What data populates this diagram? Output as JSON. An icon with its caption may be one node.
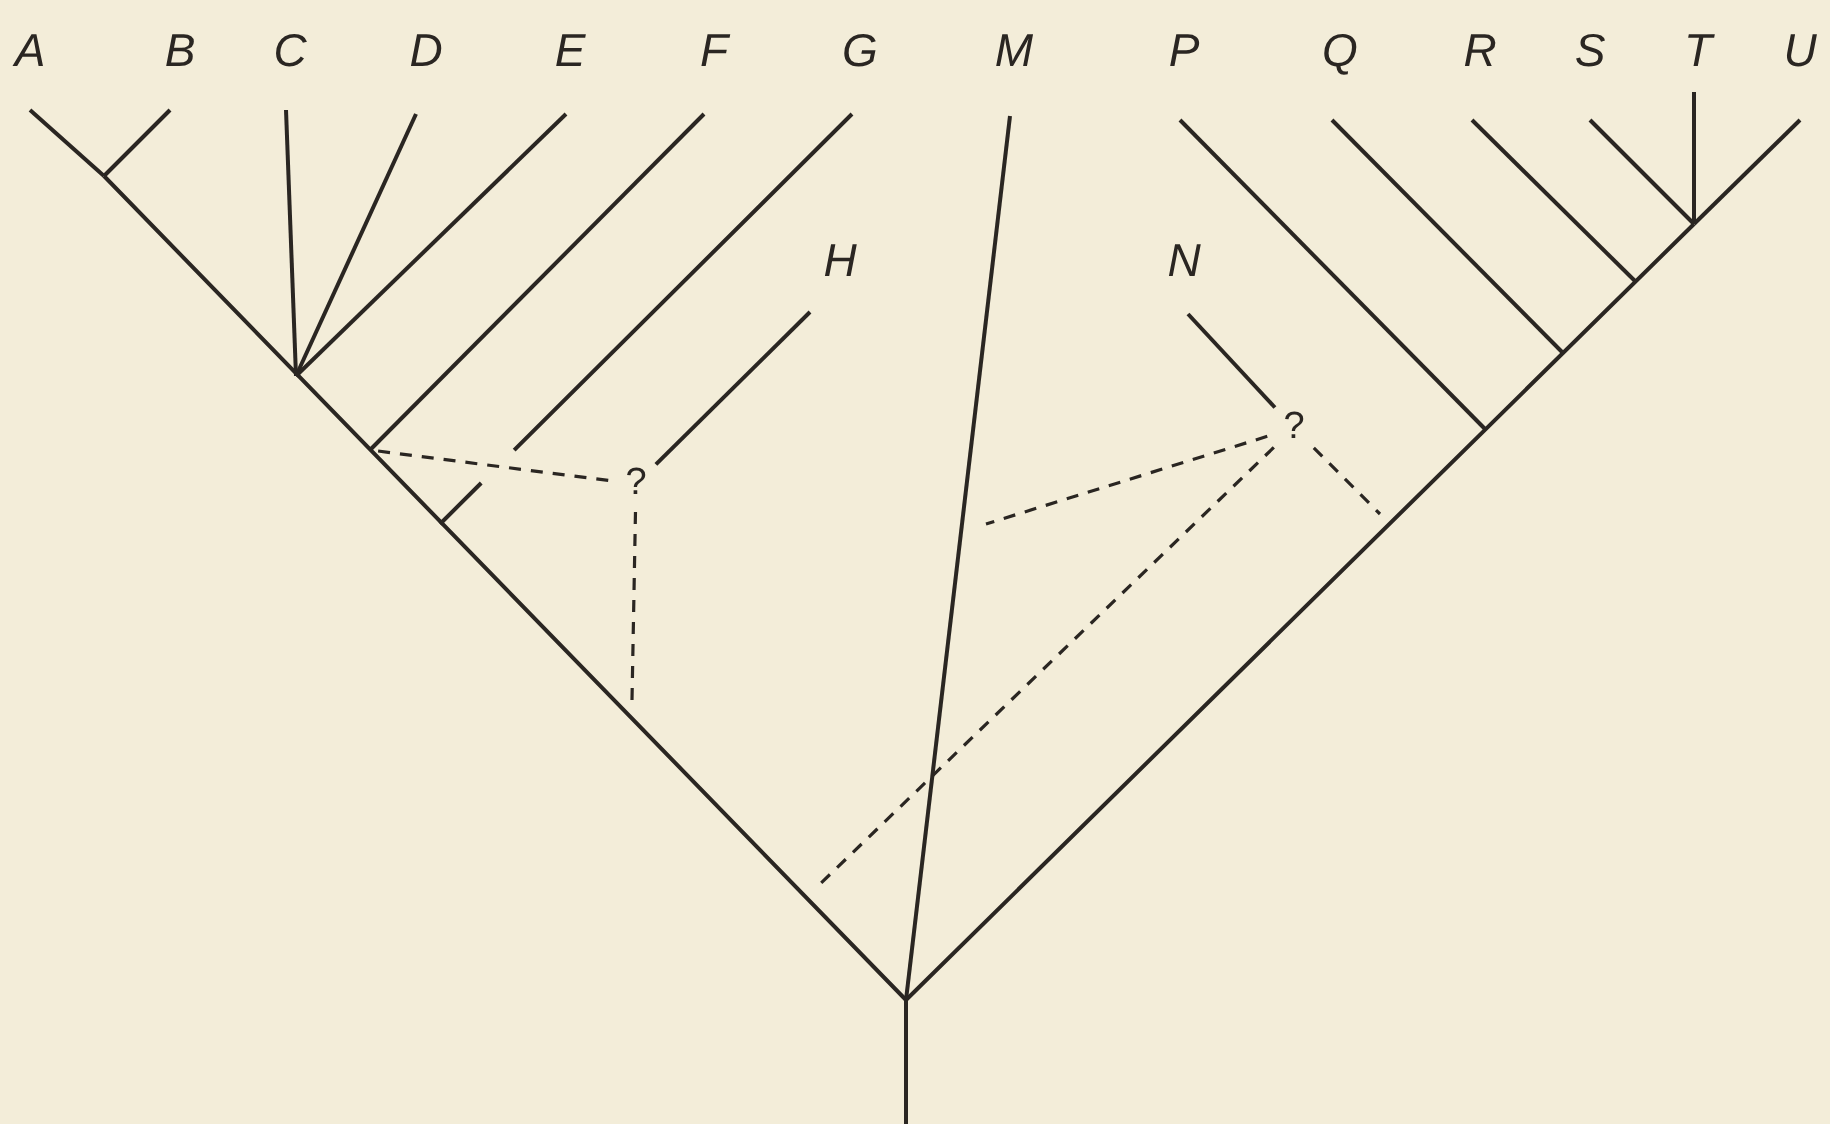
{
  "diagram": {
    "nodes": [
      {
        "text": [
          "A"
        ]
      },
      {
        "text": [
          "B"
        ]
      },
      {
        "text": [
          "C"
        ]
      },
      {
        "text": [
          "D"
        ]
      },
      {
        "text": [
          "E"
        ]
      },
      {
        "text": [
          "F"
        ]
      },
      {
        "text": [
          "G"
        ]
      },
      {
        "text": [
          "M"
        ]
      },
      {
        "text": [
          "P"
        ]
      },
      {
        "text": [
          "Q"
        ]
      },
      {
        "text": [
          "R"
        ]
      },
      {
        "text": [
          "S"
        ]
      },
      {
        "text": [
          "T"
        ]
      },
      {
        "text": [
          "U"
        ]
      },
      {
        "text": [
          "H"
        ]
      },
      {
        "text": [
          "N"
        ]
      },
      {
        "text": [
          "?"
        ]
      },
      {
        "text": [
          "?"
        ]
      }
    ],
    "edges": [
      {
        "from": 0,
        "to": null,
        "arrow": "none"
      },
      {
        "from": 1,
        "to": null,
        "arrow": "none"
      },
      {
        "from": 2,
        "to": null,
        "arrow": "none"
      },
      {
        "from": 3,
        "to": null,
        "arrow": "none"
      },
      {
        "from": 4,
        "to": null,
        "arrow": "none"
      },
      {
        "from": 5,
        "to": null,
        "arrow": "none"
      },
      {
        "from": 6,
        "to": null,
        "arrow": "none"
      },
      {
        "from": 7,
        "to": null,
        "arrow": "none"
      },
      {
        "from": 8,
        "to": null,
        "arrow": "none"
      },
      {
        "from": 9,
        "to": null,
        "arrow": "none"
      },
      {
        "from": 10,
        "to": null,
        "arrow": "none"
      },
      {
        "from": 11,
        "to": null,
        "arrow": "none"
      },
      {
        "from": 12,
        "to": null,
        "arrow": "none"
      },
      {
        "from": 13,
        "to": null,
        "arrow": "none"
      },
      {
        "from": 16,
        "to": 14,
        "arrow": "none"
      },
      {
        "from": 15,
        "to": 17,
        "arrow": "none"
      },
      {
        "from": 16,
        "to": null,
        "arrow": "none",
        "style": "dashed"
      },
      {
        "from": 16,
        "to": null,
        "arrow": "none",
        "style": "dashed"
      },
      {
        "from": 17,
        "to": null,
        "arrow": "none",
        "style": "dashed"
      },
      {
        "from": 17,
        "to": null,
        "arrow": "none",
        "style": "dashed"
      },
      {
        "from": 17,
        "to": null,
        "arrow": "none",
        "style": "dashed"
      }
    ]
  }
}
